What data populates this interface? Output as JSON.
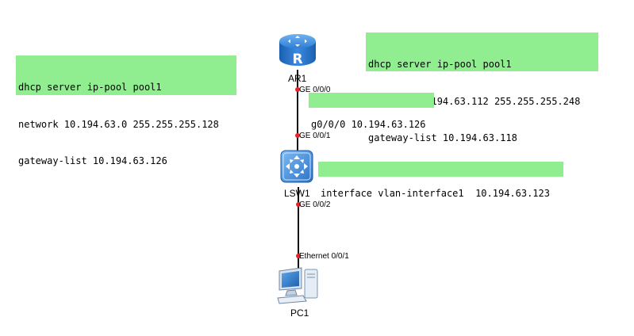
{
  "notes": {
    "left": {
      "lines": [
        "dhcp server ip-pool pool1",
        "network 10.194.63.0 255.255.255.128",
        "gateway-list 10.194.63.126"
      ]
    },
    "right": {
      "lines": [
        "dhcp server ip-pool pool1",
        "network 10.194.63.112 255.255.255.248",
        "gateway-list 10.194.63.118"
      ]
    },
    "router_if": {
      "lines": [
        "g0/0/0 10.194.63.126"
      ]
    },
    "switch_if": {
      "lines": [
        "interface vlan-interface1  10.194.63.123"
      ]
    }
  },
  "devices": {
    "router": {
      "name": "AR1",
      "icon": "router-icon"
    },
    "switch": {
      "name": "LSW1",
      "icon": "switch-icon"
    },
    "pc": {
      "name": "PC1",
      "icon": "pc-icon"
    }
  },
  "ports": {
    "ar1_ge000": "GE 0/0/0",
    "lsw1_ge001": "GE 0/0/1",
    "lsw1_ge002": "GE 0/0/2",
    "pc1_eth": "Ethernet 0/0/1"
  },
  "colors": {
    "note_bg": "#90ee90",
    "port_dot": "#e8232a",
    "device_blue": "#2f7fd6"
  }
}
